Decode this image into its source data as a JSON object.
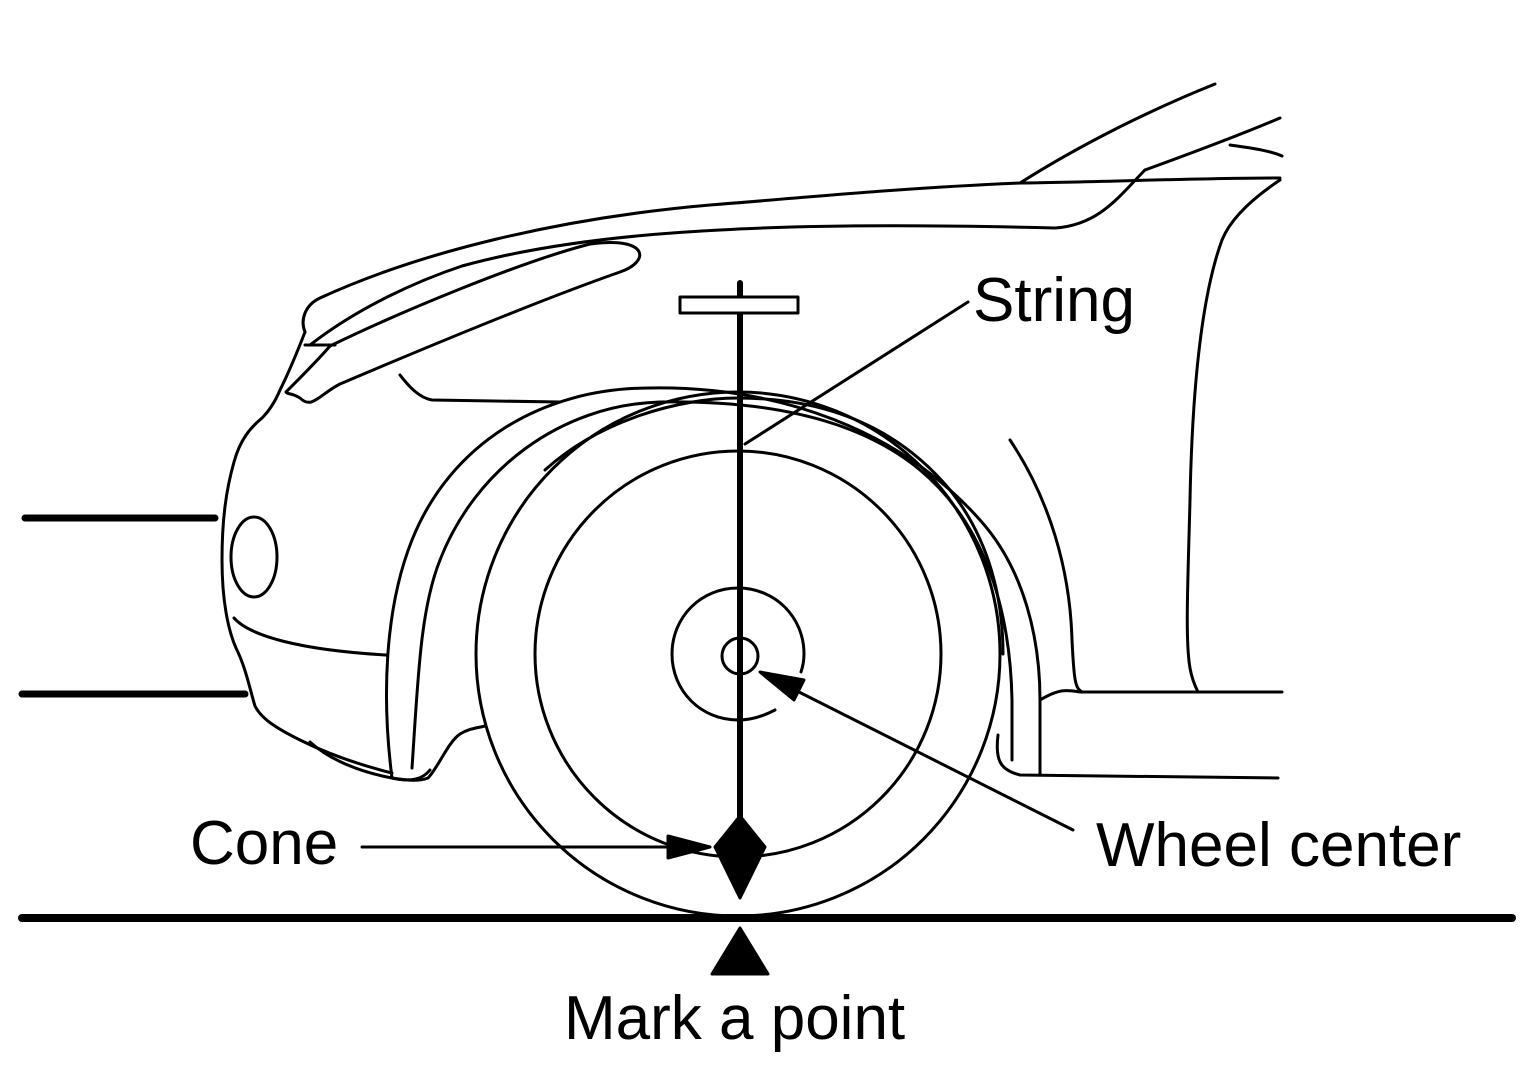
{
  "labels": {
    "string": "String",
    "cone": "Cone",
    "wheel_center": "Wheel center",
    "mark_point": "Mark a point"
  },
  "colors": {
    "ink": "#000000",
    "paper": "#ffffff"
  }
}
